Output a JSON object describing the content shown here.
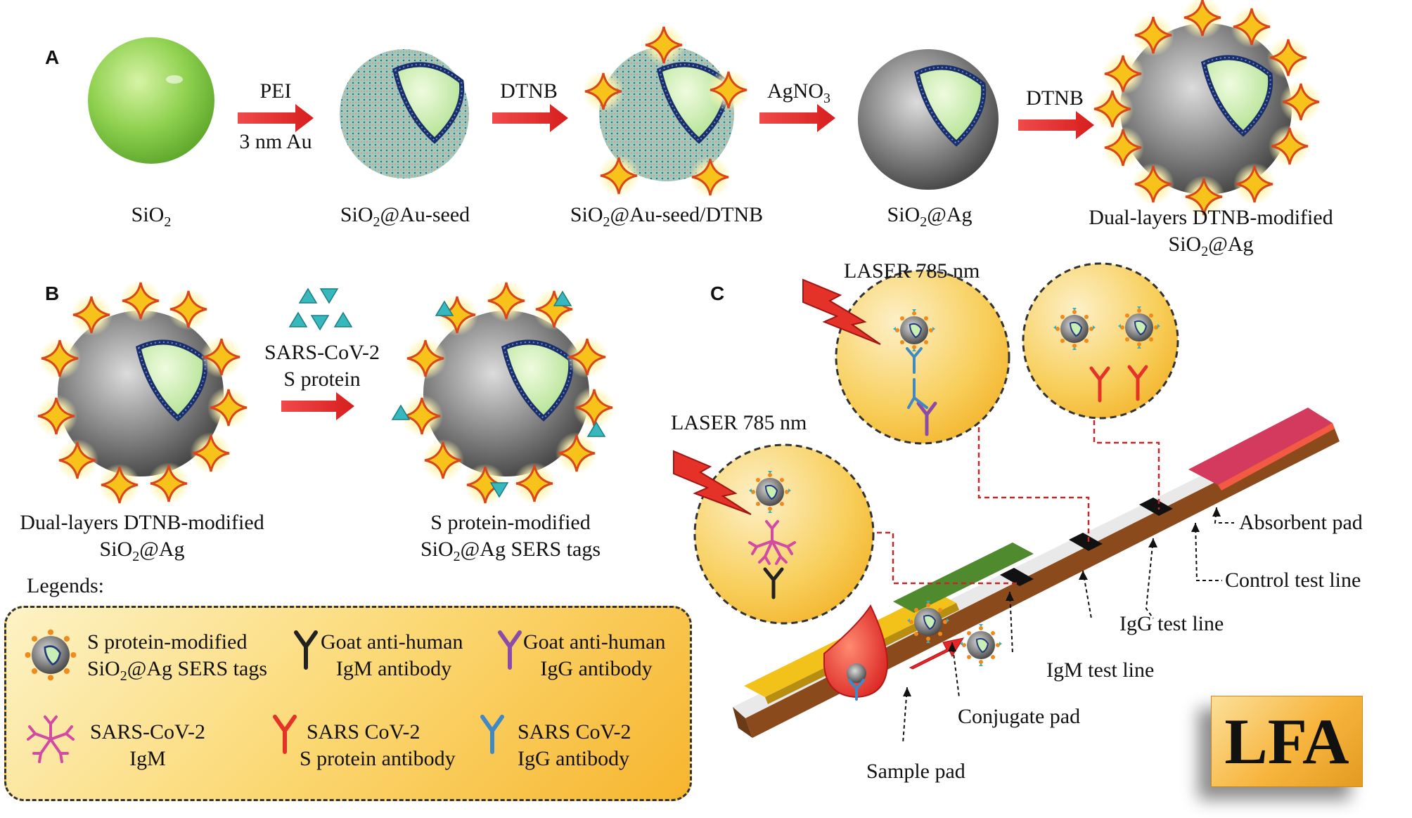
{
  "panels": {
    "a": "A",
    "b": "B",
    "c": "C"
  },
  "panel_a": {
    "step1_top": "PEI",
    "step1_bottom": "3 nm Au",
    "step2": "DTNB",
    "step3": "AgNO",
    "step3_sub": "3",
    "step4": "DTNB",
    "label_sio2": "SiO",
    "label_sio2_sub": "2",
    "label_seed_pre": "SiO",
    "label_seed_sub": "2",
    "label_seed_post": "@Au-seed",
    "label_dtnb_pre": "SiO",
    "label_dtnb_sub": "2",
    "label_dtnb_post": "@Au-seed/DTNB",
    "label_ag_pre": "SiO",
    "label_ag_sub": "2",
    "label_ag_post": "@Ag",
    "label_dual_line1": "Dual-layers  DTNB-modified",
    "label_dual_pre": "SiO",
    "label_dual_sub": "2",
    "label_dual_post": "@Ag"
  },
  "panel_b": {
    "left_line1": "Dual-layers  DTNB-modified",
    "left_pre": "SiO",
    "left_sub": "2",
    "left_post": "@Ag",
    "arrow_line1": "SARS-CoV-2",
    "arrow_line2": "S protein",
    "right_line1": "S protein-modified",
    "right_pre": "SiO",
    "right_sub": "2",
    "right_post": "@Ag  SERS tags"
  },
  "legends": {
    "title": "Legends:",
    "item1_line1": "S protein-modified",
    "item1_pre": "SiO",
    "item1_sub": "2",
    "item1_post": "@Ag  SERS tags",
    "item2_line1": "Goat anti-human",
    "item2_line2": "IgM antibody",
    "item3_line1": "Goat anti-human",
    "item3_line2": "IgG antibody",
    "item4_line1": "SARS-CoV-2",
    "item4_line2": "IgM",
    "item5_line1": "SARS CoV-2",
    "item5_line2": "S protein antibody",
    "item6_line1": "SARS CoV-2",
    "item6_line2": "IgG antibody"
  },
  "panel_c": {
    "laser_top": "LASER 785 nm",
    "laser_left": "LASER 785 nm",
    "absorbent_pad": "Absorbent pad",
    "control_line": "Control test line",
    "igg_line": "IgG test line",
    "igm_line": "IgM test line",
    "conjugate_pad": "Conjugate pad",
    "sample_pad": "Sample pad",
    "badge": "LFA"
  },
  "colors": {
    "arrow": "#e8262a",
    "sio2_green": "#8fd14f",
    "absorbent": "#d43a5e",
    "conjugate": "#4f8a2e",
    "sample": "#f2c21b",
    "igm_black": "#222222",
    "igg_purple": "#8a4ca8",
    "s_antibody_red": "#e53228",
    "igg_blue": "#3f89c4",
    "igm_pink": "#d24aa2"
  }
}
